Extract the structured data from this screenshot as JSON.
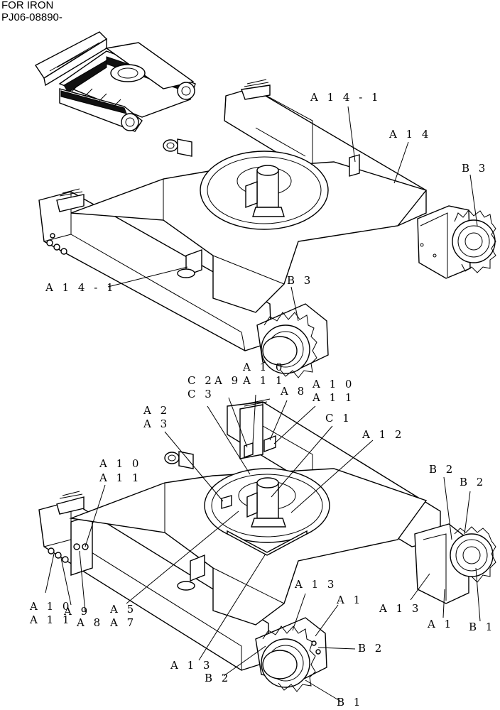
{
  "header": {
    "line1": "FOR IRON",
    "line2": "PJ06-08890-"
  },
  "labels": [
    {
      "id": "a14-1-top",
      "text": "A 1 4 - 1"
    },
    {
      "id": "a14-top",
      "text": "A 1 4"
    },
    {
      "id": "b3-top",
      "text": "B 3"
    },
    {
      "id": "a14-1-left",
      "text": "A 1 4 - 1"
    },
    {
      "id": "b3-mid",
      "text": "B 3"
    },
    {
      "id": "c2",
      "text": "C 2"
    },
    {
      "id": "c3",
      "text": "C 3"
    },
    {
      "id": "a9-top",
      "text": "A 9"
    },
    {
      "id": "a10-top",
      "text": "A 1 0"
    },
    {
      "id": "a11-top",
      "text": "A 1 1"
    },
    {
      "id": "a8-top",
      "text": "A 8"
    },
    {
      "id": "a10-right",
      "text": "A 1 0"
    },
    {
      "id": "a11-right",
      "text": "A 1 1"
    },
    {
      "id": "c1",
      "text": "C 1"
    },
    {
      "id": "a12",
      "text": "A 1 2"
    },
    {
      "id": "a2",
      "text": "A 2"
    },
    {
      "id": "a3",
      "text": "A 3"
    },
    {
      "id": "a10-left",
      "text": "A 1 0"
    },
    {
      "id": "a11-left",
      "text": "A 1 1"
    },
    {
      "id": "b2-r1",
      "text": "B 2"
    },
    {
      "id": "b2-r2",
      "text": "B 2"
    },
    {
      "id": "a13-right",
      "text": "A 1 3"
    },
    {
      "id": "a1-right",
      "text": "A 1"
    },
    {
      "id": "b1-right",
      "text": "B 1"
    },
    {
      "id": "a13-mid",
      "text": "A 1 3"
    },
    {
      "id": "a1-mid",
      "text": "A 1"
    },
    {
      "id": "b2-bottom-right",
      "text": "B 2"
    },
    {
      "id": "a10-bl",
      "text": "A 1 0"
    },
    {
      "id": "a11-bl",
      "text": "A 1 1"
    },
    {
      "id": "a9-bl",
      "text": "A 9"
    },
    {
      "id": "a8-bl",
      "text": "A 8"
    },
    {
      "id": "a5",
      "text": "A 5"
    },
    {
      "id": "a7",
      "text": "A 7"
    },
    {
      "id": "a13-bottom",
      "text": "A 1 3"
    },
    {
      "id": "b2-bottom",
      "text": "B 2"
    },
    {
      "id": "b1-bottom",
      "text": "B 1"
    }
  ]
}
